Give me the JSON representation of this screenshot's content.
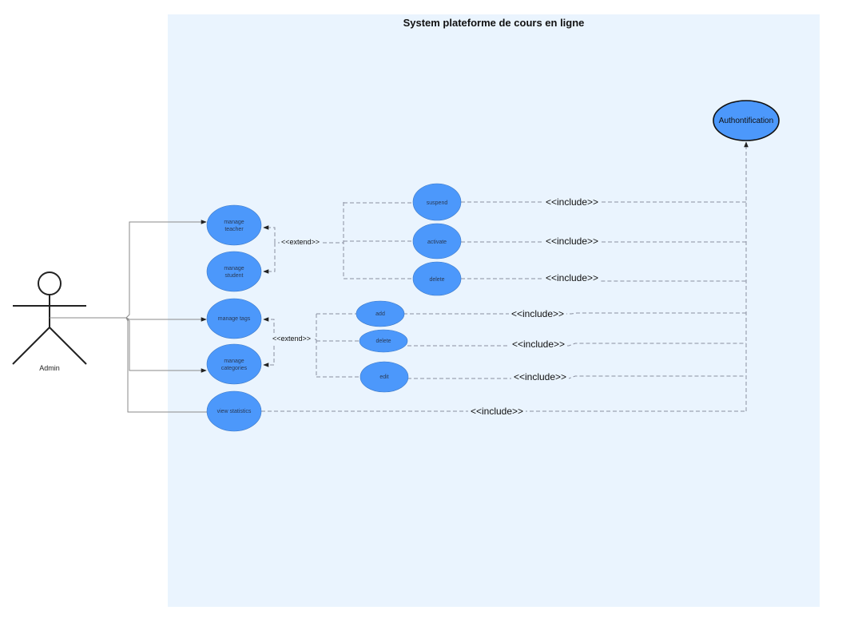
{
  "system": {
    "title": "System plateforme de cours en ligne"
  },
  "actor": {
    "label": "Admin"
  },
  "use_cases": {
    "manage_teacher": [
      "manage",
      "teacher"
    ],
    "manage_student": [
      "manage",
      "student"
    ],
    "manage_tags": "manage tags",
    "manage_categories": [
      "manage",
      "categories"
    ],
    "view_statistics": "view statistics",
    "suspend": "suspend",
    "activate": "activate",
    "delete_user": "delete",
    "add": "add",
    "delete_item": "delete",
    "edit": "edit",
    "authentification": "Authontification"
  },
  "stereotypes": {
    "extend": "<<extend>>",
    "include": "<<include>>"
  },
  "colors": {
    "system_background": "#eaf4fe",
    "use_case_fill": "#4c98fb",
    "connector": "#8a8fa0"
  }
}
